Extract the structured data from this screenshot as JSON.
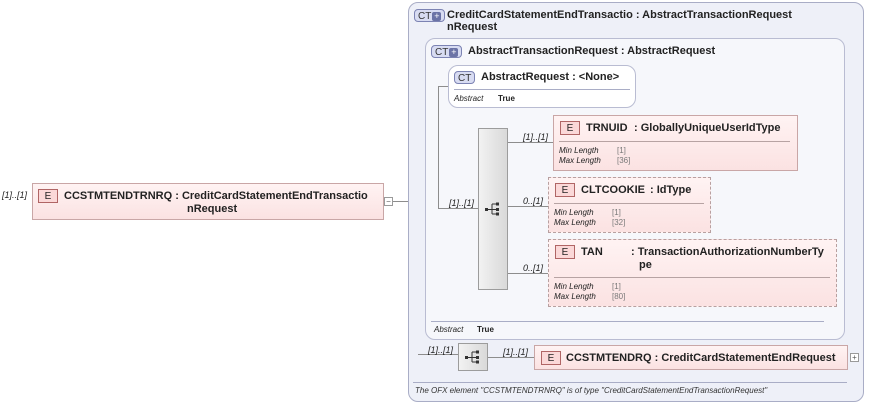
{
  "root": {
    "cardinality": "[1]..[1]",
    "badge": "E",
    "name": "CCSTMTENDTRNRQ",
    "type_line1": ": CreditCardStatementEndTransactio",
    "type_line2": "nRequest"
  },
  "outer_ct": {
    "badge": "CT",
    "line1": "CreditCardStatementEndTransactio : AbstractTransactionRequest",
    "line2": "nRequest",
    "note": "The OFX element \"CCSTMTENDTRNRQ\" is of type \"CreditCardStatementEndTransactionRequest\""
  },
  "mid_ct": {
    "badge": "CT",
    "title": "AbstractTransactionRequest : AbstractRequest",
    "abstract_label": "Abstract",
    "abstract_value": "True"
  },
  "inner_ct": {
    "badge": "CT",
    "title": "AbstractRequest : <None>",
    "abstract_label": "Abstract",
    "abstract_value": "True"
  },
  "sequence": {
    "cardinality": "[1]..[1]"
  },
  "elements": [
    {
      "cardinality": "[1]..[1]",
      "badge": "E",
      "name": "TRNUID",
      "type": ": GloballyUniqueUserIdType",
      "facets": [
        {
          "label": "Min Length",
          "value": "[1]"
        },
        {
          "label": "Max Length",
          "value": "[36]"
        }
      ]
    },
    {
      "cardinality": "0..[1]",
      "badge": "E",
      "name": "CLTCOOKIE",
      "type": ": IdType",
      "facets": [
        {
          "label": "Min Length",
          "value": "[1]"
        },
        {
          "label": "Max Length",
          "value": "[32]"
        }
      ]
    },
    {
      "cardinality": "0..[1]",
      "badge": "E",
      "name": "TAN",
      "type_line1": ": TransactionAuthorizationNumberTy",
      "type_line2": "pe",
      "facets": [
        {
          "label": "Min Length",
          "value": "[1]"
        },
        {
          "label": "Max Length",
          "value": "[80]"
        }
      ]
    }
  ],
  "bottom_sequence": {
    "cardinality": "[1]..[1]"
  },
  "bottom_element": {
    "cardinality": "[1]..[1]",
    "badge": "E",
    "name": "CCSTMTENDRQ",
    "type": ": CreditCardStatementEndRequest"
  },
  "icons": {
    "ct_badge": "ct-expand-icon",
    "sequence": "sequence-icon",
    "collapse": "collapse-minus-icon",
    "expand": "expand-plus-icon"
  }
}
